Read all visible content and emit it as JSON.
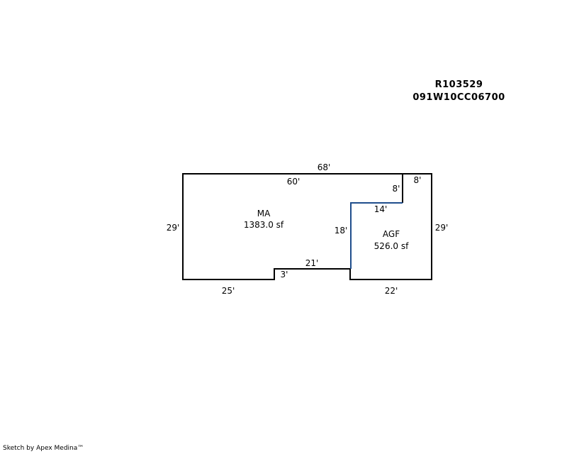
{
  "header": {
    "parcel_id": "R103529",
    "map_number": "091W10CC06700"
  },
  "areas": [
    {
      "code": "MA",
      "area": "1383.0 sf"
    },
    {
      "code": "AGF",
      "area": "526.0 sf"
    }
  ],
  "dimensions": {
    "top_overall": "68'",
    "top_ma": "60'",
    "top_agf": "8'",
    "notch_vertical": "8'",
    "notch_horizontal": "14'",
    "divider": "18'",
    "left": "29'",
    "right": "29'",
    "step_run": "21'",
    "step_rise": "3'",
    "bottom_left": "25'",
    "bottom_right": "22'"
  },
  "colors": {
    "outline": "#000000",
    "divider": "#1f4e8c"
  },
  "footer": {
    "credit": "Sketch by Apex Medina™"
  }
}
